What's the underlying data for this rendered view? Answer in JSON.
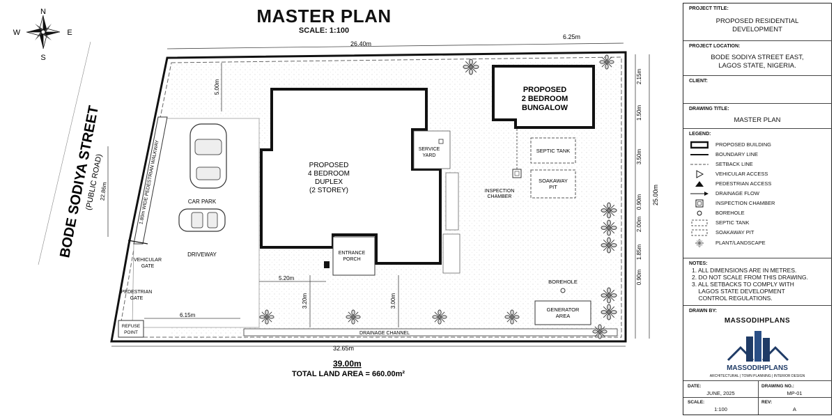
{
  "header": {
    "title": "MASTER PLAN",
    "scale": "SCALE: 1:100"
  },
  "compass": {
    "n": "N",
    "s": "S",
    "e": "E",
    "w": "W"
  },
  "street": {
    "name": "BODE SODIYA STREET",
    "sub": "(PUBLIC ROAD)"
  },
  "dims": {
    "top_left": "26.40m",
    "top_right": "6.25m",
    "bottom": "32.65m",
    "total": "39.00m",
    "left": "22.86m",
    "right_total": "25.00m",
    "setback_top": "5.00m",
    "duplex_left": "5.20m",
    "duplex_down": "3.20m",
    "porch_down": "3.00m",
    "refuse": "6.15m",
    "r1": "2.15m",
    "r2": "1.50m",
    "r3": "3.50m",
    "r4": "0.90m",
    "r5": "2.00m",
    "r6": "1.85m",
    "r7": "0.90m"
  },
  "land_area": "TOTAL LAND AREA =  660.00m²",
  "plan": {
    "duplex": [
      "PROPOSED",
      "4 BEDROOM",
      "DUPLEX",
      "(2 STOREY)"
    ],
    "bungalow": [
      "PROPOSED",
      "2 BEDROOM",
      "BUNGALOW"
    ],
    "service": [
      "SERVICE",
      "YARD"
    ],
    "septic": "SEPTIC TANK",
    "soakaway": [
      "SOAKAWAY",
      "PIT"
    ],
    "inspection": [
      "INSPECTION",
      "CHAMBER"
    ],
    "car_park": "CAR PARK",
    "driveway": "DRIVEWAY",
    "walkway": "1.80m WIDE PEDESTRIAN WALKWAY",
    "veh_gate": [
      "VEHICULAR",
      "GATE"
    ],
    "ped_gate": [
      "PEDESTRIAN",
      "GATE"
    ],
    "refuse": [
      "REFUSE",
      "POINT"
    ],
    "porch": [
      "ENTRANCE",
      "PORCH"
    ],
    "borehole": "BOREHOLE",
    "generator": [
      "GENERATOR",
      "AREA"
    ],
    "drainage": "DRAINAGE CHANNEL"
  },
  "titleblock": {
    "project_title_label": "PROJECT TITLE:",
    "project_title": [
      "PROPOSED RESIDENTIAL",
      "DEVELOPMENT"
    ],
    "location_label": "PROJECT LOCATION:",
    "location": [
      "BODE SODIYA STREET EAST,",
      "LAGOS STATE, NIGERIA."
    ],
    "client_label": "CLIENT:",
    "drawing_title_label": "DRAWING TITLE:",
    "drawing_title": "MASTER PLAN",
    "legend_label": "LEGEND:",
    "legend": [
      "PROPOSED BUILDING",
      "BOUNDARY LINE",
      "SETBACK LINE",
      "VEHICULAR ACCESS",
      "PEDESTRIAN ACCESS",
      "DRAINAGE FLOW",
      "INSPECTION CHAMBER",
      "BOREHOLE",
      "SEPTIC TANK",
      "SOAKAWAY PIT",
      "PLANT/LANDSCAPE"
    ],
    "notes_label": "NOTES:",
    "notes": [
      "1. ALL DIMENSIONS ARE IN METRES.",
      "2. DO NOT SCALE FROM THIS DRAWING.",
      "3. ALL SETBACKS TO COMPLY WITH",
      "    LAGOS STATE DEVELOPMENT",
      "    CONTROL REGULATIONS."
    ],
    "drawn_by_label": "DRAWN BY:",
    "drawn_by": "MASSODIHPLANS",
    "logo_text": "MASSODIHPLANS",
    "logo_tagline": "ARCHITECTURAL | TOWN PLANNING | INTERIOR DESIGN",
    "date_label": "DATE:",
    "date": "JUNE, 2025",
    "drawing_no_label": "DRAWING NO.:",
    "drawing_no": "MP-01",
    "scale_label": "SCALE:",
    "scale": "1:100",
    "rev_label": "REV:",
    "rev": "A"
  }
}
